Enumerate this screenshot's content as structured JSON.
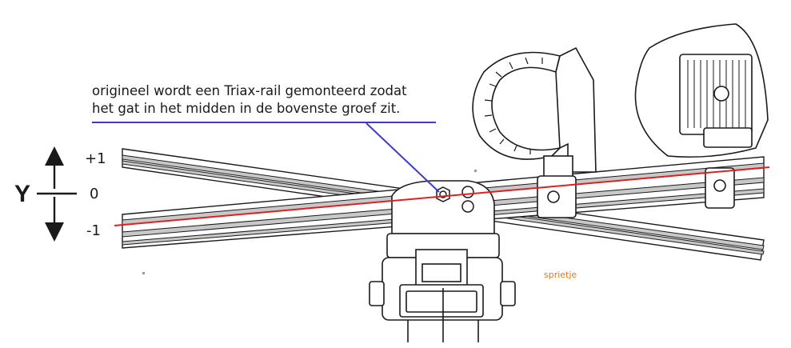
{
  "caption": {
    "line1": "origineel wordt een Triax-rail gemonteerd zodat",
    "line2": "het gat in het midden in de bovenste groef zit."
  },
  "axis": {
    "letter": "Y",
    "ticks": [
      "+1",
      "0",
      "-1"
    ]
  },
  "signature": "sprietje",
  "colors": {
    "line": "#1a1a1a",
    "rail_fill": "#c8c8c8",
    "highlight": "#e02020",
    "pointer": "#3c3cc8",
    "signature": "#e07a1a"
  }
}
